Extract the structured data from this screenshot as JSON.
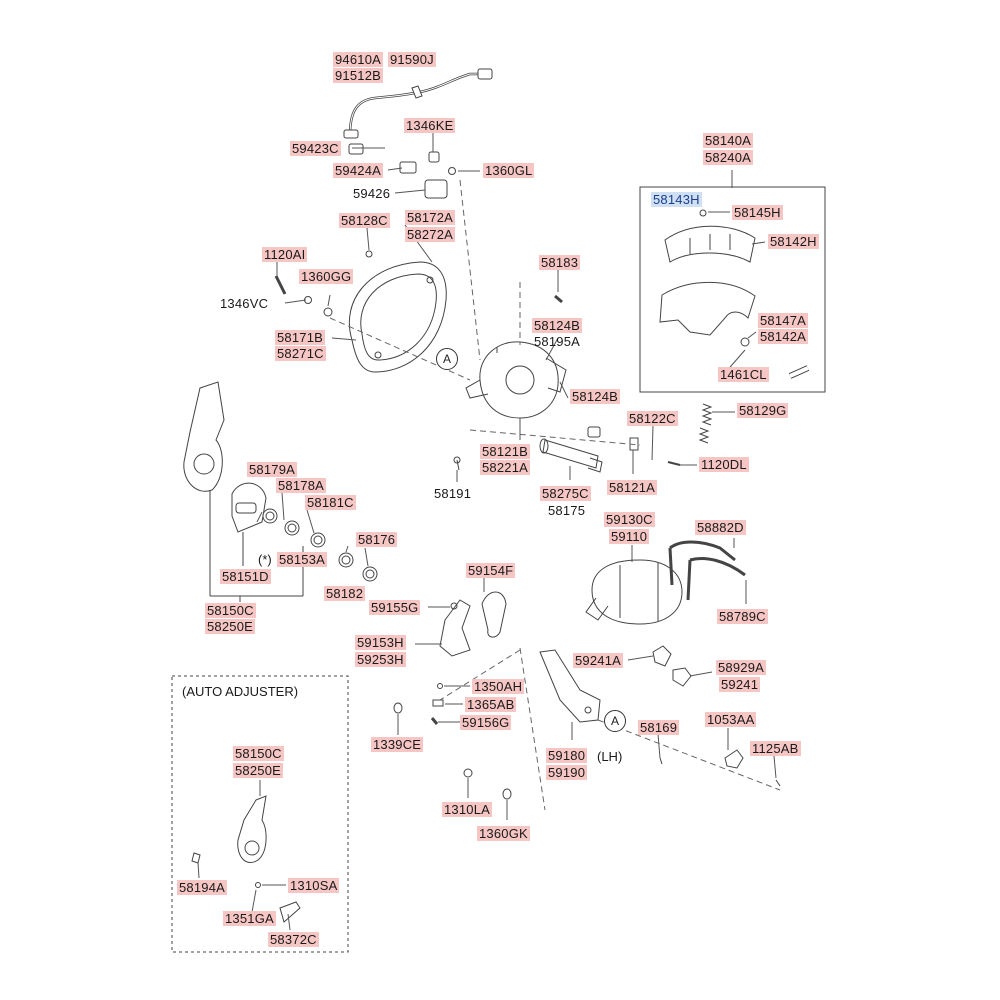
{
  "diagram": {
    "section_title": "(AUTO ADJUSTER)",
    "callout_letter": "A",
    "lh_note": "(LH)",
    "colors": {
      "label_bg": "#f6c6c4",
      "selected_bg": "#cfe0f5",
      "selected_text": "#1c3f8a",
      "line": "#444444"
    },
    "labels": {
      "p94610A": "94610A",
      "p91590J": "91590J",
      "p91512B": "91512B",
      "p1346KE": "1346KE",
      "p59423C": "59423C",
      "p59424A": "59424A",
      "p1360GL": "1360GL",
      "p59426": "59426",
      "p58172A": "58172A",
      "p58272A": "58272A",
      "p58128C": "58128C",
      "p1120AI": "1120AI",
      "p1360GG": "1360GG",
      "p1346VC": "1346VC",
      "p58171B": "58171B",
      "p58271C": "58271C",
      "p58183": "58183",
      "p58124B_a": "58124B",
      "p58195A": "58195A",
      "p58124B_b": "58124B",
      "p58121B": "58121B",
      "p58221A": "58221A",
      "p58191": "58191",
      "p58275C": "58275C",
      "p58175": "58175",
      "p58122C": "58122C",
      "p58121A": "58121A",
      "p58140A": "58140A",
      "p58240A": "58240A",
      "p58143H": "58143H",
      "p58145H": "58145H",
      "p58142H": "58142H",
      "p58147A": "58147A",
      "p58142A": "58142A",
      "p1461CL": "1461CL",
      "p58129G": "58129G",
      "p1120DL": "1120DL",
      "p58179A": "58179A",
      "p58178A": "58178A",
      "p58181C": "58181C",
      "p58176": "58176",
      "p58153A": "58153A",
      "p58153A_prefix": "(*)",
      "p58151D": "58151D",
      "p58182": "58182",
      "p58150C": "58150C",
      "p58250E": "58250E",
      "p59154F": "59154F",
      "p59155G": "59155G",
      "p59153H": "59153H",
      "p59253H": "59253H",
      "p1350AH": "1350AH",
      "p1365AB": "1365AB",
      "p59156G": "59156G",
      "p1339CE": "1339CE",
      "p59130C": "59130C",
      "p59110": "59110",
      "p58882D": "58882D",
      "p58789C": "58789C",
      "p59241A": "59241A",
      "p58929A": "58929A",
      "p59241": "59241",
      "p1053AA": "1053AA",
      "p58169": "58169",
      "p1125AB": "1125AB",
      "p59180": "59180",
      "p59190": "59190",
      "p1310LA": "1310LA",
      "p1360GK": "1360GK",
      "p58150C_b": "58150C",
      "p58250E_b": "58250E",
      "p58194A": "58194A",
      "p1310SA": "1310SA",
      "p1351GA": "1351GA",
      "p58372C": "58372C"
    }
  }
}
